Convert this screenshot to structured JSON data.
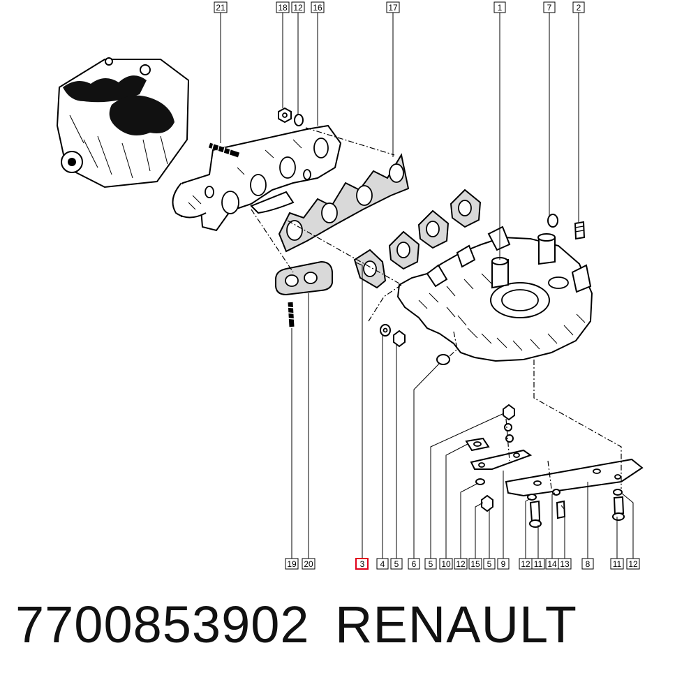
{
  "callouts_top": [
    {
      "id": "21"
    },
    {
      "id": "18"
    },
    {
      "id": "12"
    },
    {
      "id": "16"
    },
    {
      "id": "17"
    },
    {
      "id": "1"
    },
    {
      "id": "7"
    },
    {
      "id": "2"
    }
  ],
  "callouts_bottom": [
    {
      "id": "19"
    },
    {
      "id": "20"
    },
    {
      "id": "3",
      "highlighted": true
    },
    {
      "id": "4"
    },
    {
      "id": "5"
    },
    {
      "id": "6"
    },
    {
      "id": "5"
    },
    {
      "id": "10"
    },
    {
      "id": "12"
    },
    {
      "id": "15"
    },
    {
      "id": "5"
    },
    {
      "id": "9"
    },
    {
      "id": "12"
    },
    {
      "id": "11"
    },
    {
      "id": "14"
    },
    {
      "id": "13"
    },
    {
      "id": "8"
    },
    {
      "id": "11"
    },
    {
      "id": "12"
    }
  ],
  "highlight_color": "#e0001a",
  "caption": {
    "part_number": "7700853902",
    "brand": "RENAULT"
  }
}
